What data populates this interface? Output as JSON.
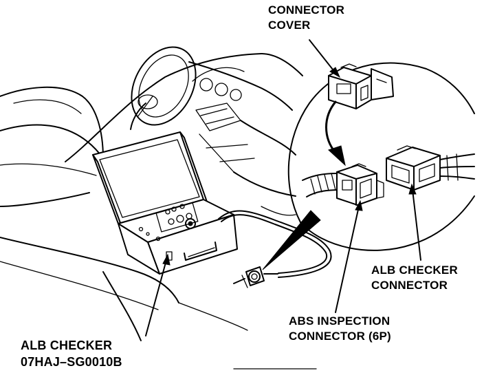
{
  "labels": {
    "connector_cover": [
      "CONNECTOR",
      "COVER"
    ],
    "alb_checker_connector": [
      "ALB CHECKER",
      "CONNECTOR"
    ],
    "abs_inspection_connector": [
      "ABS INSPECTION",
      "CONNECTOR (6P)"
    ],
    "alb_checker": [
      "ALB CHECKER",
      "07HAJ–SG0010B"
    ]
  }
}
